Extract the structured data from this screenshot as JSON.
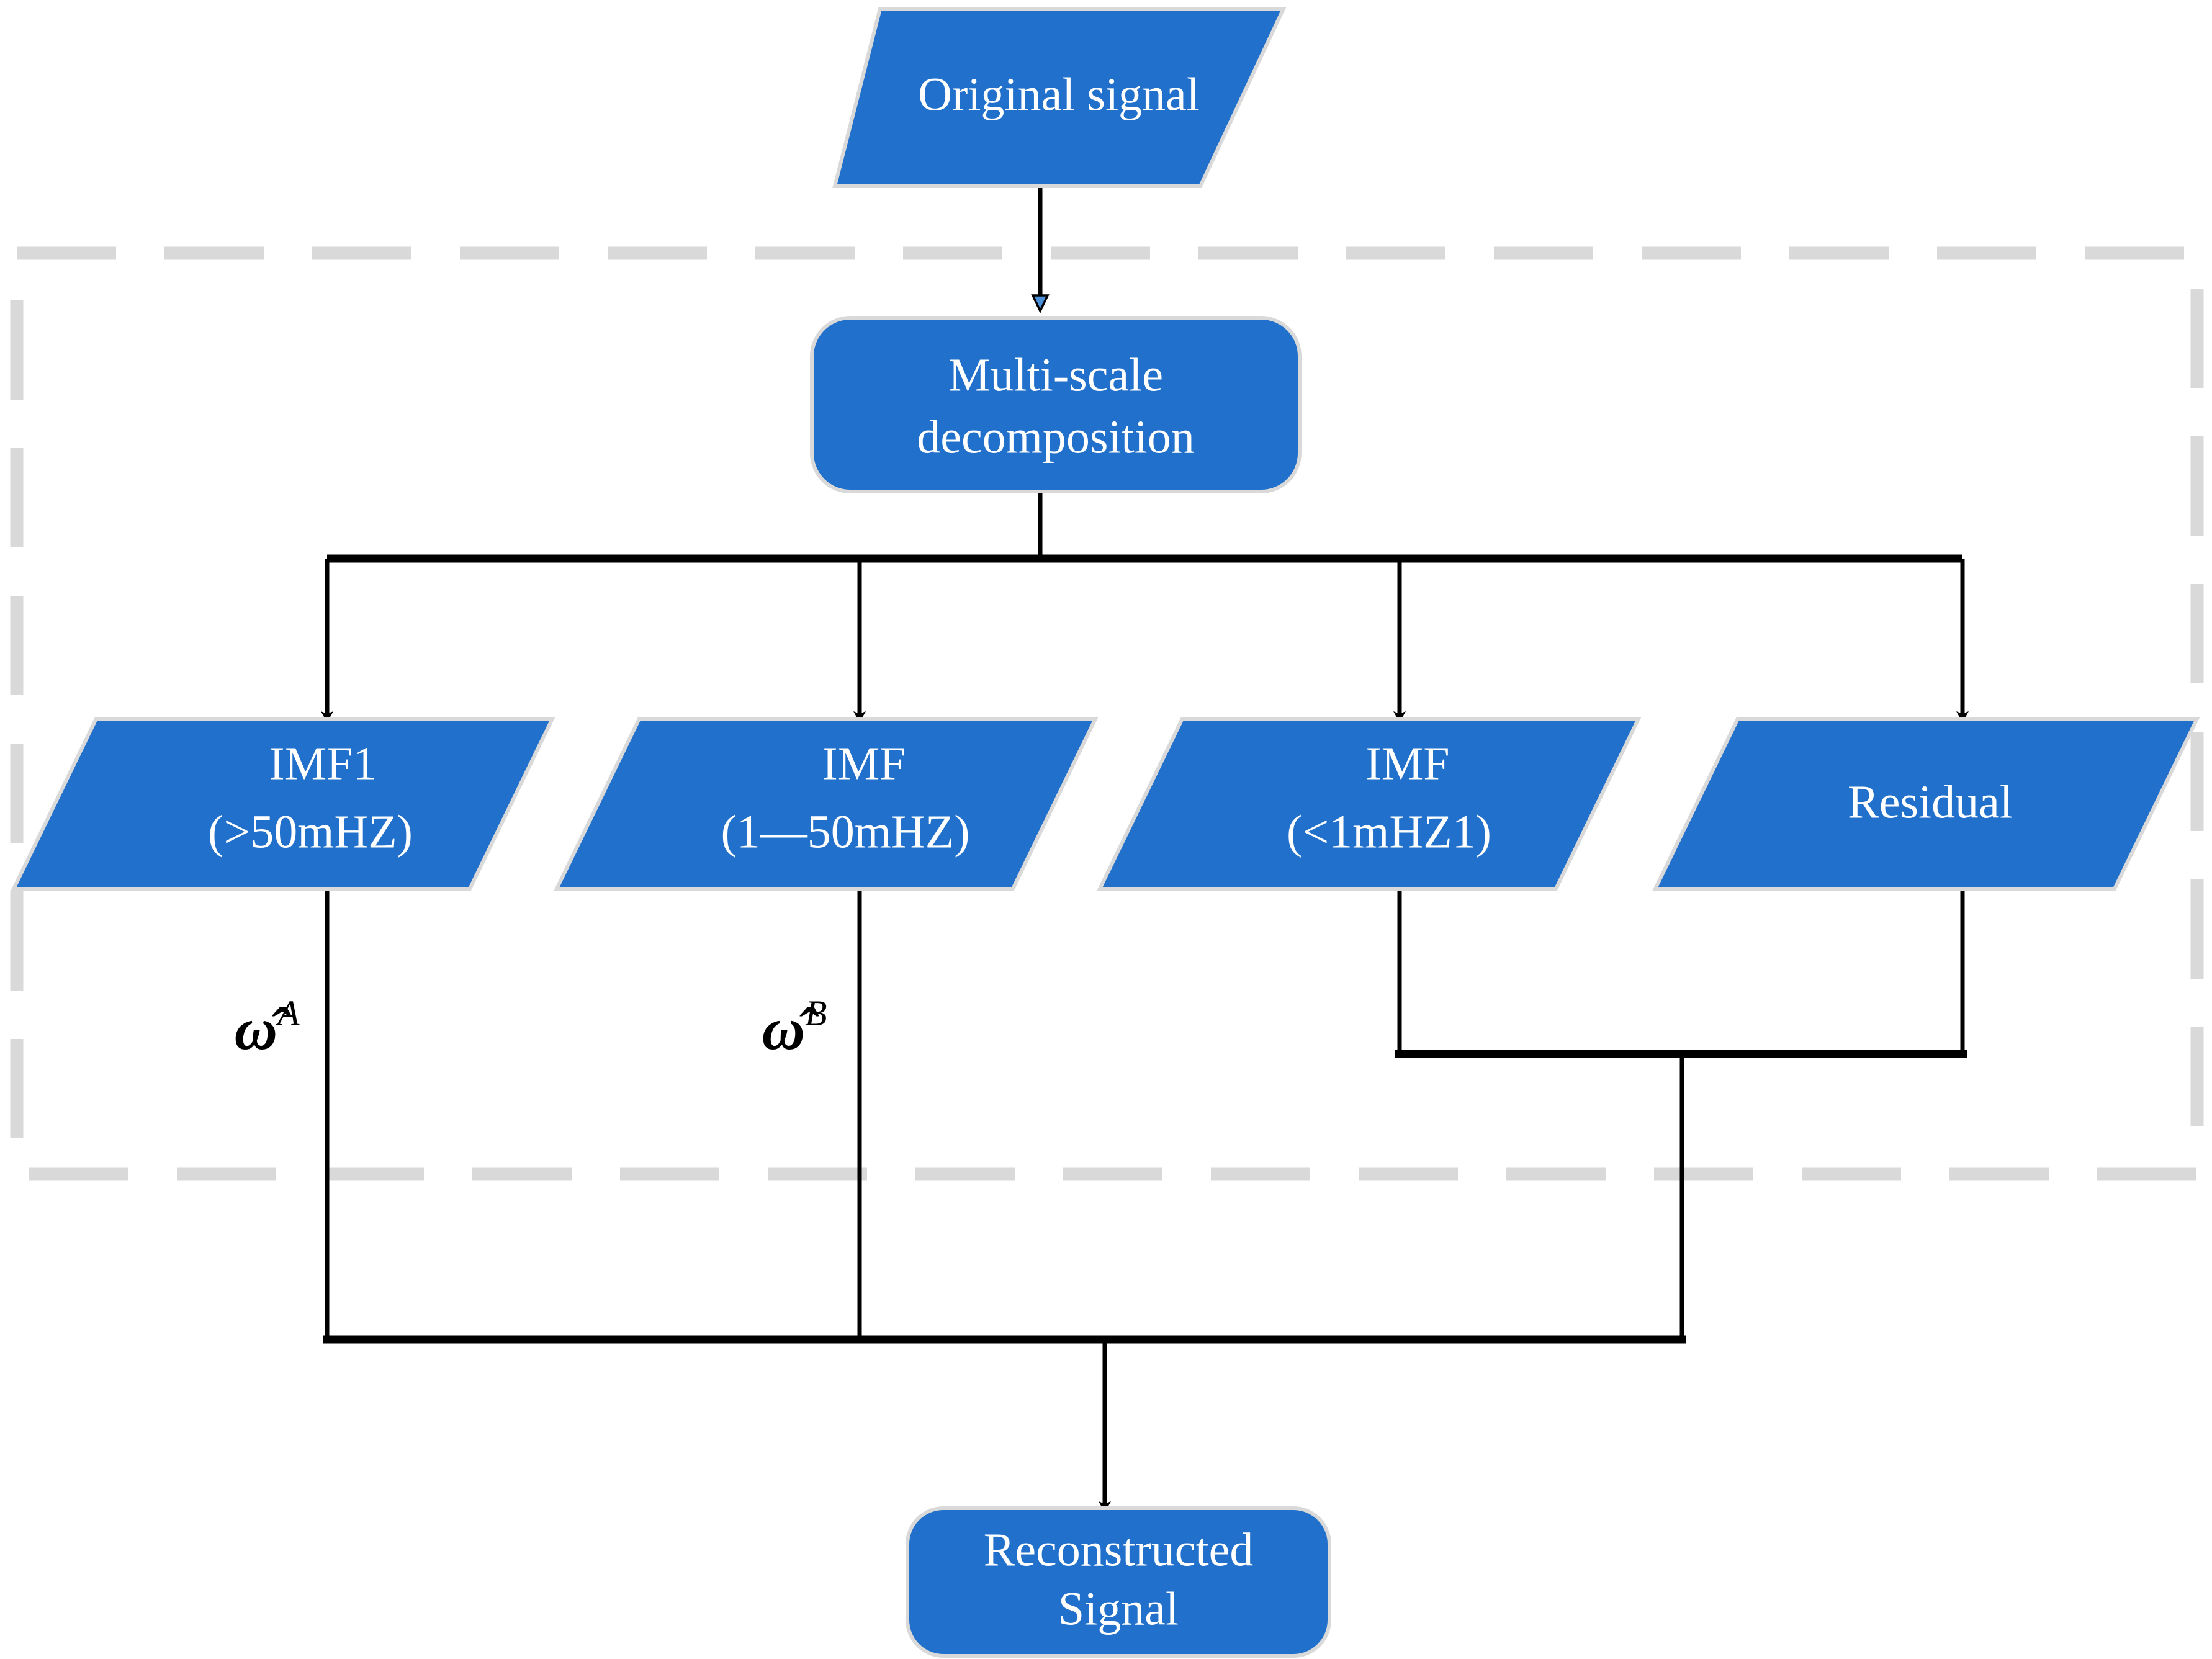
{
  "diagram": {
    "title": "Multi-scale decomposition and signal reconstruction flowchart",
    "colors": {
      "node_fill": "#2170cb",
      "node_border": "#d9d9d9",
      "node_text": "#ffffff",
      "connector": "#000000",
      "dashed_region": "#d9d9d9",
      "background": "#ffffff"
    },
    "nodes": {
      "original_signal": {
        "label": "Original signal",
        "shape": "parallelogram"
      },
      "multi_scale_decomposition": {
        "label_line1": "Multi-scale",
        "label_line2": "decomposition",
        "shape": "rounded-rectangle"
      },
      "imf1": {
        "label_line1": "IMF1",
        "label_line2": "(>50mHZ)",
        "shape": "parallelogram"
      },
      "imf2": {
        "label_line1": "IMF",
        "label_line2": "(1—50mHZ)",
        "shape": "parallelogram"
      },
      "imf3": {
        "label_line1": "IMF",
        "label_line2": "(<1mHZ1)",
        "shape": "parallelogram"
      },
      "residual": {
        "label": "Residual",
        "shape": "parallelogram"
      },
      "reconstructed_signal": {
        "label_line1": "Reconstructed",
        "label_line2": "Signal",
        "shape": "rounded-rectangle"
      }
    },
    "edge_labels": {
      "omega_a": {
        "base": "ω̂",
        "superscript": "A"
      },
      "omega_b": {
        "base": "ω̂",
        "superscript": "B"
      }
    },
    "region": {
      "style": "dashed",
      "encloses": [
        "multi_scale_decomposition",
        "imf1",
        "imf2",
        "imf3",
        "residual"
      ]
    }
  }
}
